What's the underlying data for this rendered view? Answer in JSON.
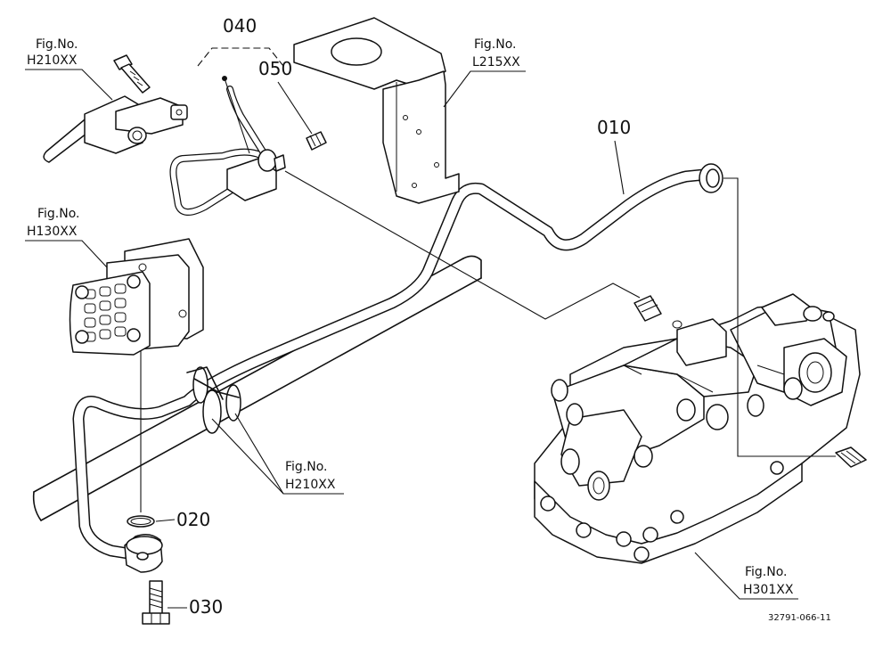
{
  "callouts": {
    "fig_h210_top": {
      "label": "Fig.No.",
      "ref": "H210XX"
    },
    "fig_l215": {
      "label": "Fig.No.",
      "ref": "L215XX"
    },
    "fig_h130": {
      "label": "Fig.No.",
      "ref": "H130XX"
    },
    "fig_h210_mid": {
      "label": "Fig.No.",
      "ref": "H210XX"
    },
    "fig_h301": {
      "label": "Fig.No.",
      "ref": "H301XX"
    }
  },
  "parts": {
    "p010": "010",
    "p020": "020",
    "p030": "030",
    "p040": "040",
    "p050": "050"
  },
  "drawing_code": "32791-066-11"
}
